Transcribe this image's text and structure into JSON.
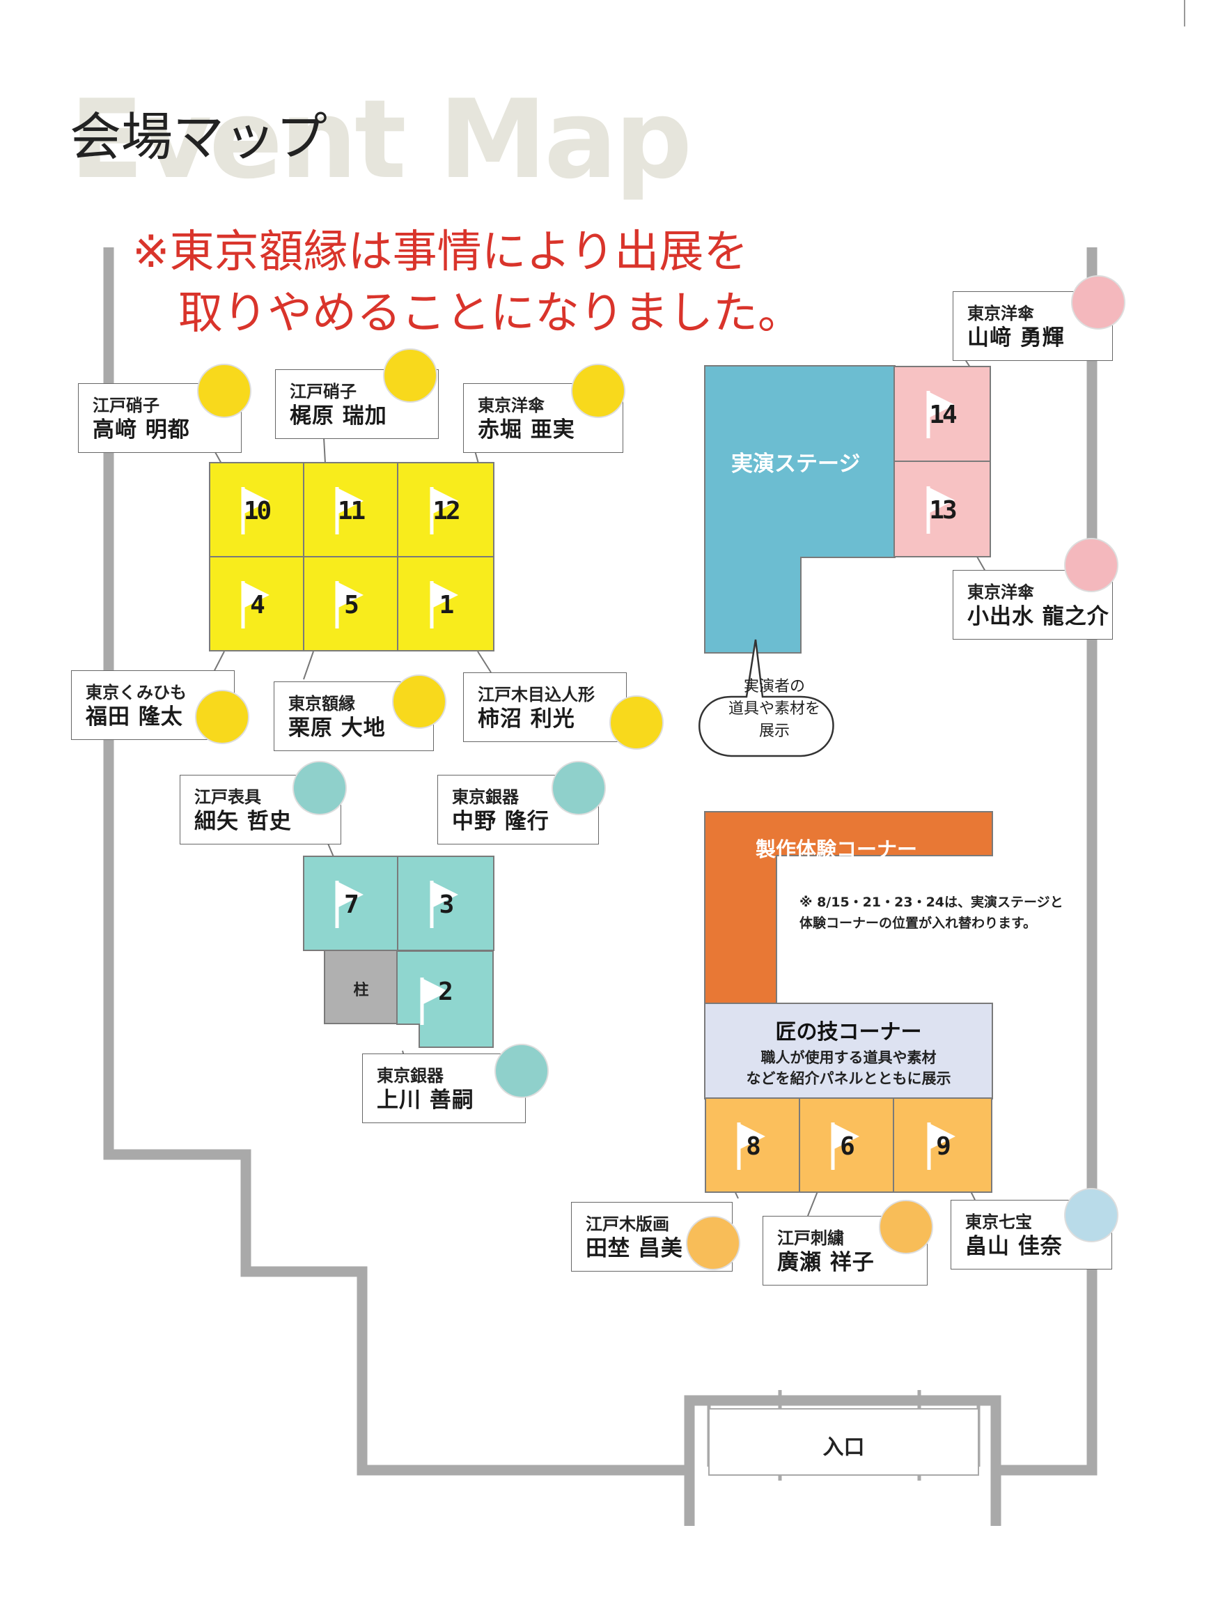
{
  "header": {
    "bg_title": "Event Map",
    "title": "会場マップ",
    "notice_line1": "※東京額縁は事情により出展を",
    "notice_line2": "取りやめることになりました。"
  },
  "booths": {
    "b10": "10",
    "b11": "11",
    "b12": "12",
    "b4": "4",
    "b5": "5",
    "b1": "1",
    "b14": "14",
    "b13": "13",
    "b7": "7",
    "b3": "3",
    "b2": "2",
    "b8": "8",
    "b6": "6",
    "b9": "9",
    "pillar": "柱"
  },
  "areas": {
    "stage": "実演ステージ",
    "workshop": "製作体験コーナー",
    "workshop_note": "※ 8/15・21・23・24は、実演ステージと体験コーナーの位置が入れ替わります。",
    "takumi_title": "匠の技コーナー",
    "takumi_sub1": "職人が使用する道具や素材",
    "takumi_sub2": "などを紹介パネルとともに展示",
    "bubble1": "実演者の",
    "bubble2": "道具や素材を",
    "bubble3": "展示",
    "entrance": "入口"
  },
  "exhibitors": {
    "e10": {
      "craft": "江戸硝子",
      "name": "高﨑 明都"
    },
    "e11": {
      "craft": "江戸硝子",
      "name": "梶原 瑞加"
    },
    "e12": {
      "craft": "東京洋傘",
      "name": "赤堀 亜実"
    },
    "e4": {
      "craft": "東京くみひも",
      "name": "福田 隆太"
    },
    "e5": {
      "craft": "東京額縁",
      "name": "栗原 大地"
    },
    "e1": {
      "craft": "江戸木目込人形",
      "name": "柿沼 利光"
    },
    "e14": {
      "craft": "東京洋傘",
      "name": "山﨑 勇輝"
    },
    "e13": {
      "craft": "東京洋傘",
      "name": "小出水 龍之介"
    },
    "e7": {
      "craft": "江戸表具",
      "name": "細矢 哲史"
    },
    "e3": {
      "craft": "東京銀器",
      "name": "中野 隆行"
    },
    "e2": {
      "craft": "東京銀器",
      "name": "上川 善嗣"
    },
    "e8": {
      "craft": "江戸木版画",
      "name": "田埜 昌美"
    },
    "e6": {
      "craft": "江戸刺繍",
      "name": "廣瀬 祥子"
    },
    "e9": {
      "craft": "東京七宝",
      "name": "畠山 佳奈"
    }
  },
  "colors": {
    "yellow_booth": "#f8ec1c",
    "pink_booth": "#f7c2c3",
    "teal_booth": "#8fd6cf",
    "orange_booth": "#fbbf5c",
    "stage": "#6cbdd1",
    "workshop": "#e87835",
    "takumi": "#dde2f1",
    "notice": "#d9342b",
    "wall": "#a9a9a9"
  }
}
